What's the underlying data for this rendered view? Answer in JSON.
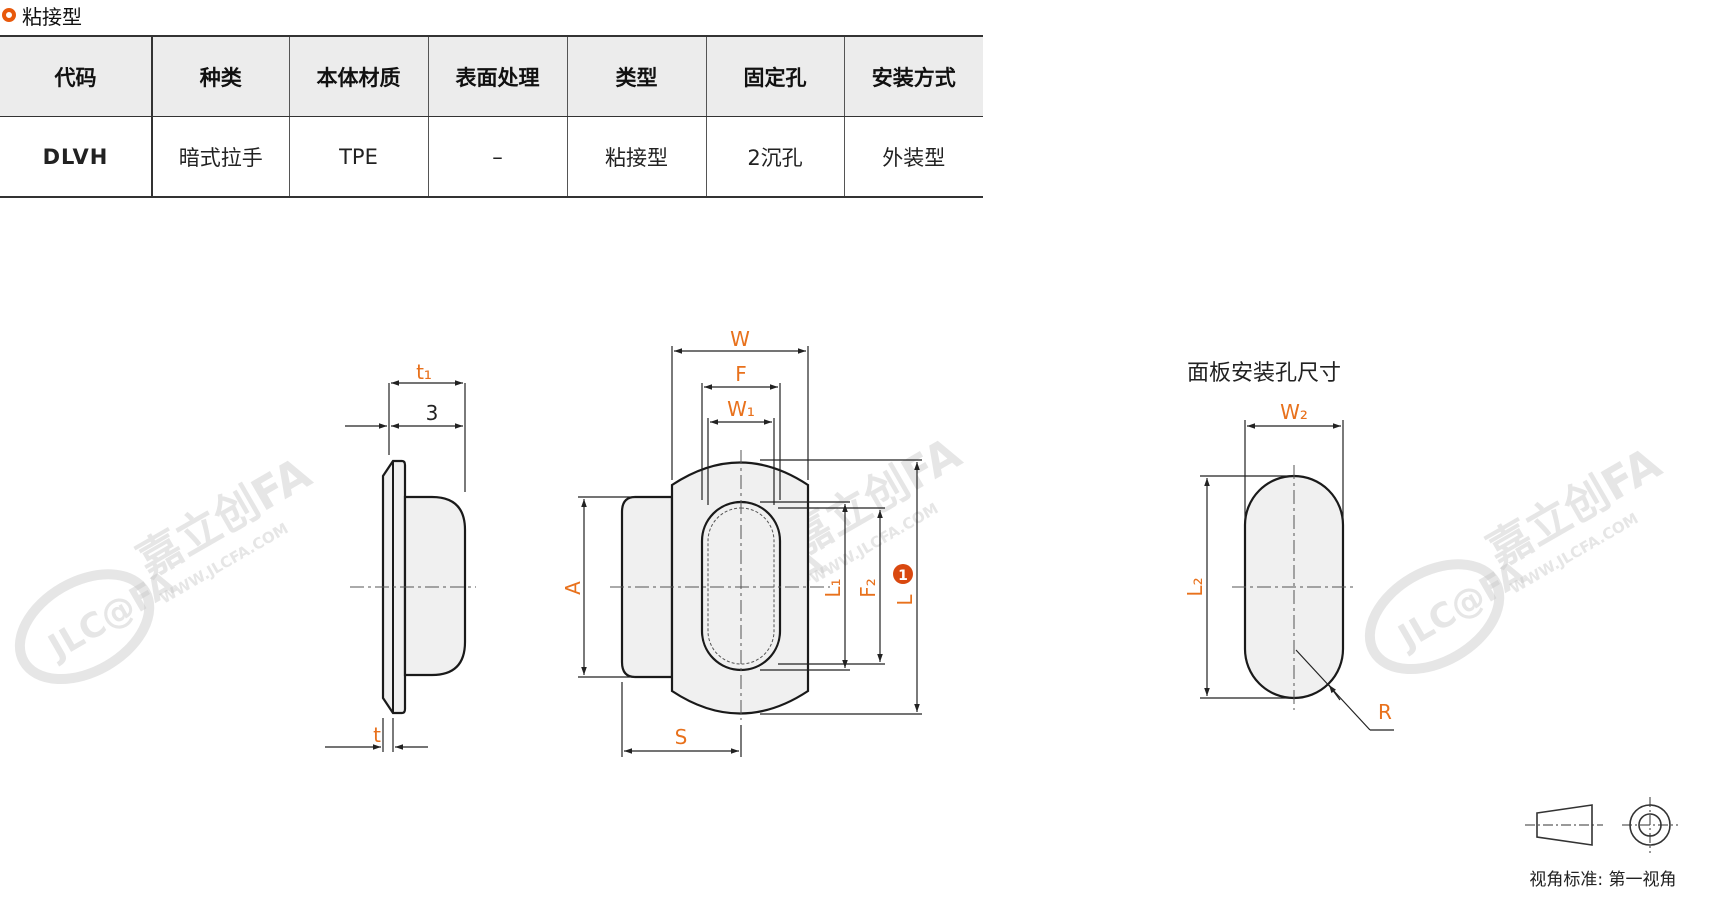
{
  "section": {
    "title": "粘接型",
    "ring_color": "#e8590c"
  },
  "table": {
    "headers": [
      "代码",
      "种类",
      "本体材质",
      "表面处理",
      "类型",
      "固定孔",
      "安装方式"
    ],
    "rows": [
      [
        "DLVH",
        "暗式拉手",
        "TPE",
        "–",
        "粘接型",
        "2沉孔",
        "外装型"
      ]
    ]
  },
  "drawing": {
    "side_view": {
      "label_t1": "t₁",
      "label_3": "3",
      "label_t": "t"
    },
    "front_view": {
      "label_W": "W",
      "label_F": "F",
      "label_W1": "W₁",
      "label_A": "A",
      "label_L1": "L₁",
      "label_F2": "F₂",
      "label_L": "L",
      "label_S": "S",
      "note_marker": "1"
    },
    "panel_view": {
      "caption": "面板安装孔尺寸",
      "label_W2": "W₂",
      "label_L2": "L₂",
      "label_R": "R"
    },
    "projection_note": "视角标准: 第一视角",
    "watermark": {
      "brand": "嘉立创FA",
      "logo": "JLC@FA",
      "site": "WWW.JLCFA.COM"
    },
    "dim_color": "#e8711c"
  }
}
